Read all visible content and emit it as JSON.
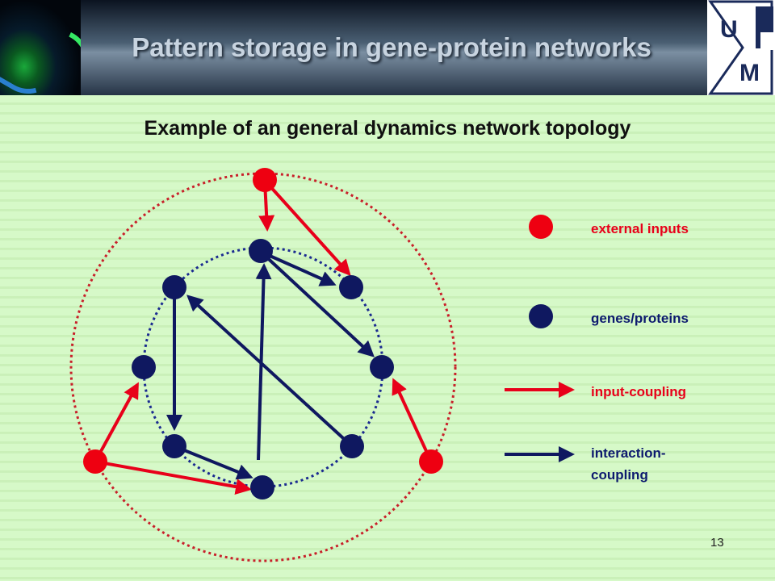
{
  "header": {
    "title": "Pattern storage in gene-protein networks"
  },
  "slide": {
    "subtitle": "Example of an general dynamics network topology",
    "page_number": "13"
  },
  "legend": {
    "external_inputs": "external inputs",
    "genes_proteins": "genes/proteins",
    "input_coupling": "input-coupling",
    "interaction_coupling": "interaction-\ncoupling"
  },
  "colors": {
    "external": "#ee0011",
    "gene": "#0f1860",
    "input_arrow": "#e8001a",
    "interaction_arrow": "#0f1860",
    "outer_ring": "#c8202a",
    "inner_ring": "#1a2a90"
  },
  "icons": [
    "cell-image",
    "university-logo"
  ]
}
